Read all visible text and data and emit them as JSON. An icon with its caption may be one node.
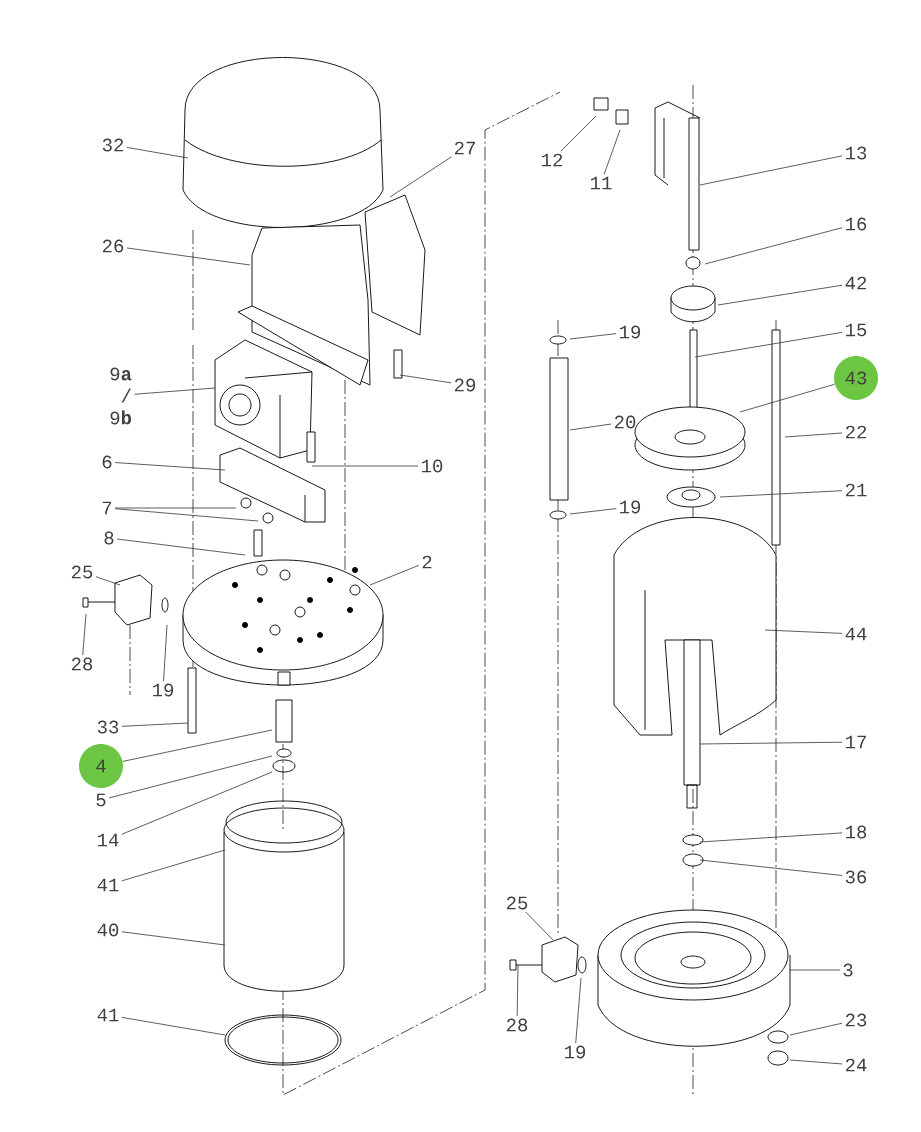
{
  "diagram": {
    "nodes": [
      {
        "text": [
          "32"
        ]
      },
      {
        "text": [
          "27"
        ]
      },
      {
        "text": [
          "26"
        ]
      },
      {
        "text": [
          "9**a** / 9**b**"
        ]
      },
      {
        "text": [
          "6"
        ]
      },
      {
        "text": [
          "10"
        ]
      },
      {
        "text": [
          "7"
        ]
      },
      {
        "text": [
          "8"
        ]
      },
      {
        "text": [
          "2"
        ]
      },
      {
        "text": [
          "25"
        ]
      },
      {
        "text": [
          "28"
        ]
      },
      {
        "text": [
          "19"
        ]
      },
      {
        "text": [
          "33"
        ]
      },
      {
        "text": [
          "4"
        ]
      },
      {
        "text": [
          "5"
        ]
      },
      {
        "text": [
          "14"
        ]
      },
      {
        "text": [
          "41"
        ]
      },
      {
        "text": [
          "40"
        ]
      },
      {
        "text": [
          "41"
        ]
      },
      {
        "text": [
          "29"
        ]
      },
      {
        "text": [
          "12"
        ]
      },
      {
        "text": [
          "11"
        ]
      },
      {
        "text": [
          "13"
        ]
      },
      {
        "text": [
          "16"
        ]
      },
      {
        "text": [
          "42"
        ]
      },
      {
        "text": [
          "15"
        ]
      },
      {
        "text": [
          "43"
        ]
      },
      {
        "text": [
          "20"
        ]
      },
      {
        "text": [
          "19"
        ]
      },
      {
        "text": [
          "22"
        ]
      },
      {
        "text": [
          "21"
        ]
      },
      {
        "text": [
          "19"
        ]
      },
      {
        "text": [
          "44"
        ]
      },
      {
        "text": [
          "17"
        ]
      },
      {
        "text": [
          "18"
        ]
      },
      {
        "text": [
          "36"
        ]
      },
      {
        "text": [
          "25"
        ]
      },
      {
        "text": [
          "28"
        ]
      },
      {
        "text": [
          "19"
        ]
      },
      {
        "text": [
          "3"
        ]
      },
      {
        "text": [
          "23"
        ]
      },
      {
        "text": [
          "24"
        ]
      }
    ],
    "edges": [
      {
        "from": 0,
        "to": null,
        "arrow": "none"
      },
      {
        "from": 1,
        "to": null,
        "arrow": "none"
      },
      {
        "from": 2,
        "to": null,
        "arrow": "none"
      },
      {
        "from": 3,
        "to": null,
        "arrow": "none"
      },
      {
        "from": 4,
        "to": null,
        "arrow": "none"
      },
      {
        "from": 5,
        "to": null,
        "arrow": "none"
      },
      {
        "from": 6,
        "to": null,
        "arrow": "none"
      },
      {
        "from": 6,
        "to": null,
        "arrow": "none"
      },
      {
        "from": 7,
        "to": null,
        "arrow": "none"
      },
      {
        "from": 8,
        "to": null,
        "arrow": "none"
      },
      {
        "from": 9,
        "to": null,
        "arrow": "none"
      },
      {
        "from": 10,
        "to": null,
        "arrow": "none"
      },
      {
        "from": 11,
        "to": null,
        "arrow": "none"
      },
      {
        "from": 12,
        "to": null,
        "arrow": "none"
      },
      {
        "from": 13,
        "to": null,
        "arrow": "none"
      },
      {
        "from": 14,
        "to": null,
        "arrow": "none"
      },
      {
        "from": 15,
        "to": null,
        "arrow": "none"
      },
      {
        "from": 16,
        "to": null,
        "arrow": "none"
      },
      {
        "from": 17,
        "to": null,
        "arrow": "none"
      },
      {
        "from": 18,
        "to": null,
        "arrow": "none"
      },
      {
        "from": 19,
        "to": null,
        "arrow": "none"
      },
      {
        "from": 20,
        "to": null,
        "arrow": "none"
      },
      {
        "from": 21,
        "to": null,
        "arrow": "none"
      },
      {
        "from": 22,
        "to": null,
        "arrow": "none"
      },
      {
        "from": 23,
        "to": null,
        "arrow": "none"
      },
      {
        "from": 24,
        "to": null,
        "arrow": "none"
      },
      {
        "from": 25,
        "to": null,
        "arrow": "none"
      },
      {
        "from": 26,
        "to": null,
        "arrow": "none"
      },
      {
        "from": 27,
        "to": null,
        "arrow": "none"
      },
      {
        "from": 28,
        "to": null,
        "arrow": "none"
      },
      {
        "from": 29,
        "to": null,
        "arrow": "none"
      },
      {
        "from": 30,
        "to": null,
        "arrow": "none"
      },
      {
        "from": 31,
        "to": null,
        "arrow": "none"
      },
      {
        "from": 32,
        "to": null,
        "arrow": "none"
      },
      {
        "from": 33,
        "to": null,
        "arrow": "none"
      },
      {
        "from": 34,
        "to": null,
        "arrow": "none"
      },
      {
        "from": 35,
        "to": null,
        "arrow": "none"
      },
      {
        "from": 36,
        "to": null,
        "arrow": "none"
      },
      {
        "from": 37,
        "to": null,
        "arrow": "none"
      },
      {
        "from": 38,
        "to": null,
        "arrow": "none"
      },
      {
        "from": 39,
        "to": null,
        "arrow": "none"
      },
      {
        "from": 40,
        "to": null,
        "arrow": "none"
      },
      {
        "from": 41,
        "to": null,
        "arrow": "none"
      }
    ]
  }
}
